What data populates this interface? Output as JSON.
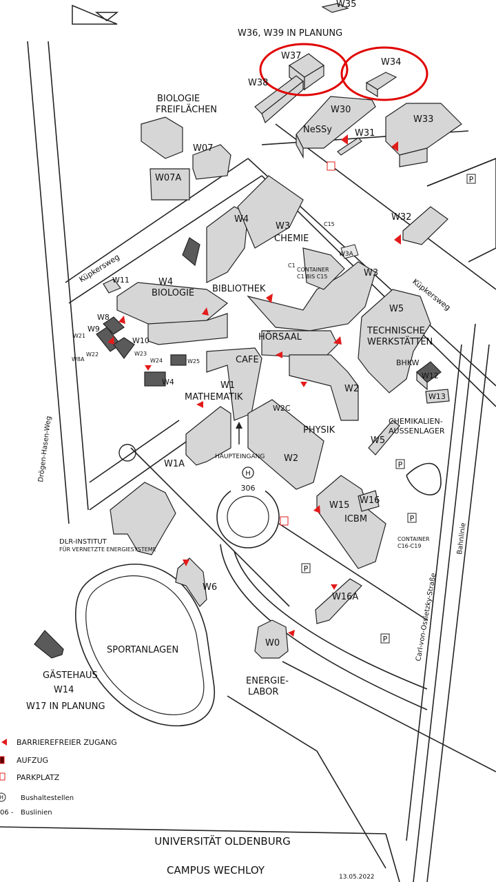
{
  "header": {
    "w35": "W35",
    "planning_north": "W36, W39 IN PLANUNG"
  },
  "labels": {
    "w37": "W37",
    "w34": "W34",
    "w38": "W38",
    "w30": "W30",
    "nessy": "NeSSy",
    "w31": "W31",
    "w33": "W33",
    "biologie_frei_1": "BIOLOGIE",
    "biologie_frei_2": "FREIFLÄCHEN",
    "w07": "W07",
    "w07a": "W07A",
    "w32": "W32",
    "w4_top": "W4",
    "w3_top": "W3",
    "chemie": "CHEMIE",
    "c15": "C15",
    "c1": "C1",
    "container_1": "CONTAINER",
    "container_2": "C1 BIS C15",
    "w3a": "W3A",
    "w3_right": "W3",
    "kuepkersweg_left": "Küpkersweg",
    "kuepkersweg_right": "Küpkersweg",
    "w11": "W11",
    "w4_bio": "W4",
    "biologie": "BIOLOGIE",
    "bibliothek": "BIBLIOTHEK",
    "w5_top": "W5",
    "technische_1": "TECHNISCHE",
    "technische_2": "WERKSTÄTTEN",
    "hoersaal": "HÖRSAAL",
    "w8": "W8",
    "w9": "W9",
    "w10": "W10",
    "w21": "W21",
    "w22": "W22",
    "w8a": "W8A",
    "w23": "W23",
    "w24": "W24",
    "w25": "W25",
    "w4_small": "W4",
    "cafe": "CAFE",
    "bhkw": "BHKW",
    "w12": "W12",
    "w13": "W13",
    "w1": "W1",
    "mathematik": "MATHEMATIK",
    "w2c": "W2C",
    "w2_right": "W2",
    "physik": "PHYSIK",
    "chem_1": "CHEMIKALIEN-",
    "chem_2": "AUSSENLAGER",
    "w5_lower": "W5",
    "droegen": "Drögen-Hasen-Weg",
    "w1a": "W1A",
    "haupteingang": "HAUPTEINGANG",
    "w2_lower": "W2",
    "bus_306": "306",
    "w15": "W15",
    "w16": "W16",
    "icbm": "ICBM",
    "container_c16_1": "CONTAINER",
    "container_c16_2": "C16-C19",
    "dlr_1": "DLR-INSTITUT",
    "dlr_2": "FÜR VERNETZTE ENERGIESYSTEME",
    "w6": "W6",
    "carl": "Carl-von-Ossietzky-Straße",
    "bahnlinie": "Bahnlinie",
    "w16a": "W16A",
    "sportanlagen": "SPORTANLAGEN",
    "w0": "W0",
    "energie_1": "ENERGIE-",
    "energie_2": "LABOR",
    "gaestehaus": "GÄSTEHAUS",
    "w14": "W14",
    "w17": "W17  IN PLANUNG"
  },
  "legend": {
    "barrierefrei": "BARRIEREFREIER ZUGANG",
    "aufzug": "AUFZUG",
    "parkplatz": "PARKPLATZ",
    "bushaltestellen": "Bushaltestellen",
    "buslinien": "Buslinien",
    "buslinien_prefix": "06 -"
  },
  "footer": {
    "university": "UNIVERSITÄT OLDENBURG",
    "campus": "CAMPUS WECHLOY",
    "date": "13.05.2022"
  },
  "symbols": {
    "parking": "P",
    "bus_stop": "H",
    "accent_color": "#e31b1b",
    "highlight_color": "#e00000"
  }
}
